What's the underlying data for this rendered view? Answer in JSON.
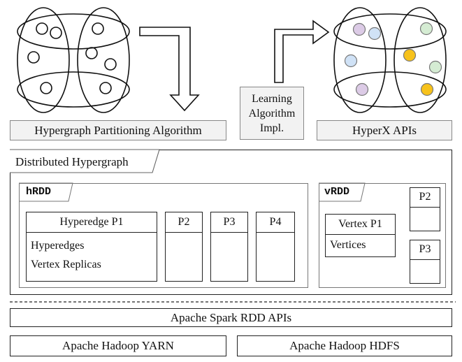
{
  "top": {
    "partition_label": "Hypergraph Partitioning Algorithm",
    "learning_label": "Learning\nAlgorithm\nImpl.",
    "api_label": "HyperX APIs"
  },
  "distributed": {
    "title": "Distributed Hypergraph",
    "hrdd": {
      "title": "hRDD",
      "p1_header": "Hyperedge P1",
      "p1_lines": [
        "Hyperedges",
        "Vertex Replicas"
      ],
      "partitions": [
        "P2",
        "P3",
        "P4"
      ]
    },
    "vrdd": {
      "title": "vRDD",
      "p1_header": "Vertex P1",
      "p1_line": "Vertices",
      "partitions": [
        "P2",
        "P3"
      ]
    }
  },
  "bottom": {
    "spark": "Apache Spark RDD APIs",
    "yarn": "Apache Hadoop YARN",
    "hdfs": "Apache Hadoop HDFS"
  },
  "colors": {
    "purple": "#dccbe6",
    "blue": "#d0e2f6",
    "green": "#d5ecd3",
    "yellow": "#f7c21b"
  }
}
